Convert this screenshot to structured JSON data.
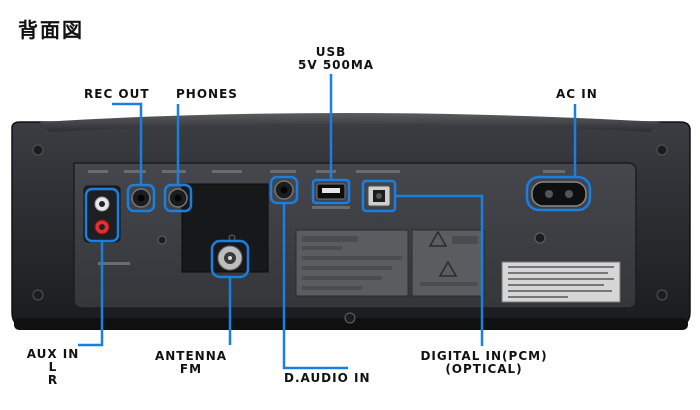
{
  "title": "背面図",
  "labels": {
    "usb_line1": "USB",
    "usb_line2": "5V 500MA",
    "rec_out": "REC OUT",
    "phones": "PHONES",
    "ac_in": "AC IN",
    "aux_in": "AUX IN",
    "aux_l": "L",
    "aux_r": "R",
    "antenna_line1": "ANTENNA",
    "antenna_line2": "FM",
    "d_audio_in": "D.AUDIO IN",
    "digital_in_line1": "DIGITAL IN(PCM)",
    "digital_in_line2": "(OPTICAL)"
  },
  "colors": {
    "callout": "#1a7fe0",
    "panel": "#2b2d31",
    "panel_dark": "#151618",
    "panel_inner": "#3a3c40"
  }
}
